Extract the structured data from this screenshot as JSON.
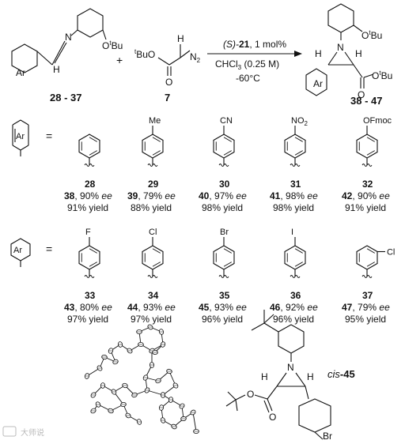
{
  "scheme": {
    "imine": {
      "id": "28 - 37",
      "ar": "Ar",
      "n": "N",
      "h": "H",
      "otbu_o": "O",
      "otbu_t": "t",
      "otbu_bu": "Bu"
    },
    "plus": "+",
    "diazo": {
      "id": "7",
      "tbu_t": "t",
      "tbu_bu": "BuO",
      "h": "H",
      "n2": "N",
      "n2_sub": "2",
      "o": "O"
    },
    "conditions": {
      "catalyst_s": "(S)-",
      "catalyst_num": "21",
      "catalyst_rest": ", 1 mol%",
      "solvent_a": "CHCl",
      "solvent_sub": "3",
      "solvent_b": " (0.25 M)",
      "temp": "-60°C"
    },
    "product": {
      "id": "38 - 47",
      "n": "N",
      "h1": "H",
      "h2": "H",
      "ar": "Ar",
      "o": "O",
      "otbu_o": "O",
      "otbu_t": "t",
      "otbu_bu": "Bu",
      "ester_o": "O",
      "ester_t": "t",
      "ester_bu": "Bu"
    }
  },
  "legend_ar": "Ar",
  "legend_eq": "=",
  "row1": [
    {
      "sub": "",
      "num": "28",
      "prod": "38",
      "ee": "90%",
      "ee_label": "ee",
      "yield": "91% yield"
    },
    {
      "sub": "Me",
      "num": "29",
      "prod": "39",
      "ee": "79%",
      "ee_label": "ee",
      "yield": "88% yield"
    },
    {
      "sub": "CN",
      "num": "30",
      "prod": "40",
      "ee": "97%",
      "ee_label": "ee",
      "yield": "98% yield"
    },
    {
      "sub": "NO",
      "sub2": "2",
      "num": "31",
      "prod": "41",
      "ee": "98%",
      "ee_label": "ee",
      "yield": "98% yield"
    },
    {
      "sub": "OFmoc",
      "num": "32",
      "prod": "42",
      "ee": "90%",
      "ee_label": "ee",
      "yield": "91% yield"
    }
  ],
  "row2": [
    {
      "sub": "F",
      "num": "33",
      "prod": "43",
      "ee": "80%",
      "ee_label": "ee",
      "yield": "97% yield"
    },
    {
      "sub": "Cl",
      "num": "34",
      "prod": "44",
      "ee": "93%",
      "ee_label": "ee",
      "yield": "97% yield"
    },
    {
      "sub": "Br",
      "num": "35",
      "prod": "45",
      "ee": "93%",
      "ee_label": "ee",
      "yield": "96% yield"
    },
    {
      "sub": "I",
      "num": "36",
      "prod": "46",
      "ee": "92%",
      "ee_label": "ee",
      "yield": "96% yield"
    },
    {
      "sub": "Cl",
      "num": "37",
      "prod": "47",
      "ee": "79%",
      "ee_label": "ee",
      "yield": "95% yield"
    }
  ],
  "cis": {
    "prefix": "cis",
    "num": "-45",
    "n": "N",
    "h1": "H",
    "h2": "H",
    "o": "O",
    "o2": "O",
    "br": "Br"
  },
  "watermark": "大师说"
}
